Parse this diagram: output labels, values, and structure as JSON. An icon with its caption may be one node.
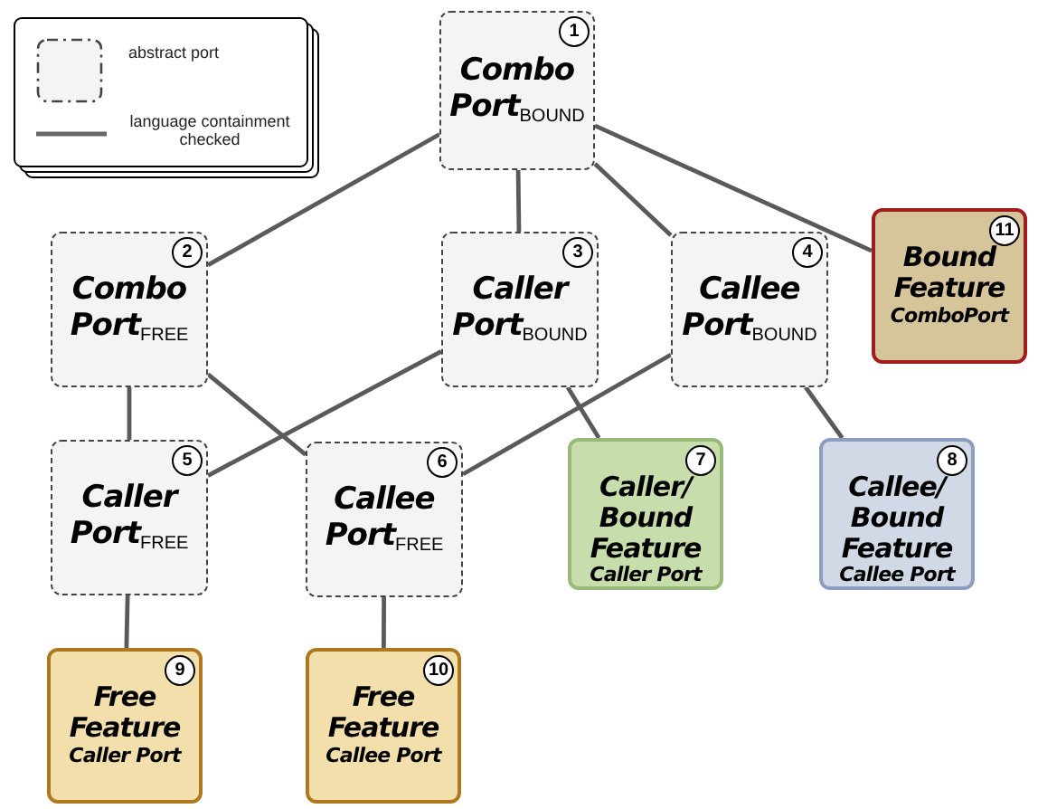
{
  "diagram": {
    "nodes": [
      {
        "text": [
          "1",
          "Combo Port$_{BOUND}$"
        ]
      },
      {
        "text": [
          "2",
          "Combo Port$_{FREE}$"
        ]
      },
      {
        "text": [
          "3",
          "Caller Port$_{BOUND}$"
        ]
      },
      {
        "text": [
          "4",
          "Callee Port$_{BOUND}$"
        ]
      },
      {
        "text": [
          "5",
          "Caller Port$_{FREE}$"
        ]
      },
      {
        "text": [
          "6",
          "Callee Port$_{FREE}$"
        ]
      },
      {
        "text": [
          "7",
          "Caller/ Bound Feature",
          "Caller Port"
        ]
      },
      {
        "text": [
          "8",
          "Callee/ Bound Feature",
          "Callee Port"
        ]
      },
      {
        "text": [
          "9",
          "Free Feature",
          "Caller Port"
        ]
      },
      {
        "text": [
          "10",
          "Free Feature",
          "Callee Port"
        ]
      },
      {
        "text": [
          "11",
          "Bound Feature",
          "ComboPort"
        ]
      }
    ],
    "edges": [
      {
        "from": 0,
        "to": 1,
        "arrow": "none"
      },
      {
        "from": 0,
        "to": 2,
        "arrow": "none"
      },
      {
        "from": 0,
        "to": 3,
        "arrow": "none"
      },
      {
        "from": 0,
        "to": 10,
        "arrow": "none"
      },
      {
        "from": 1,
        "to": 4,
        "arrow": "none"
      },
      {
        "from": 1,
        "to": 5,
        "arrow": "none"
      },
      {
        "from": 2,
        "to": 4,
        "arrow": "none"
      },
      {
        "from": 2,
        "to": 6,
        "arrow": "none"
      },
      {
        "from": 3,
        "to": 5,
        "arrow": "none"
      },
      {
        "from": 3,
        "to": 7,
        "arrow": "none"
      },
      {
        "from": 4,
        "to": 8,
        "arrow": "none"
      },
      {
        "from": 5,
        "to": 9,
        "arrow": "none"
      }
    ],
    "legend": [
      {
        "text": "abstract port"
      },
      {
        "text": "language containment checked"
      }
    ]
  }
}
